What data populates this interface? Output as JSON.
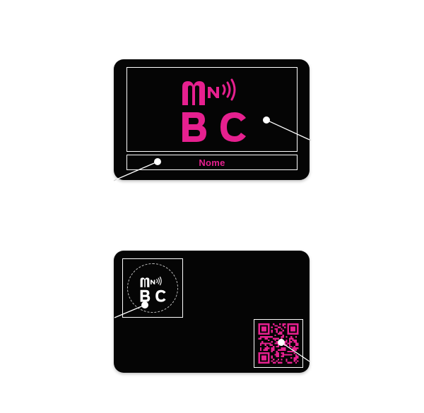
{
  "brand": {
    "logo_top": "MNBC",
    "logo_bottom": "BC",
    "accent_color": "#e6208f",
    "card_color": "#050505",
    "line_color": "#ffffff"
  },
  "front_card": {
    "name_label": "Nome",
    "icons": [
      "contactless-icon"
    ]
  },
  "back_card": {
    "icons": [
      "contactless-icon",
      "qr-code-icon"
    ]
  }
}
